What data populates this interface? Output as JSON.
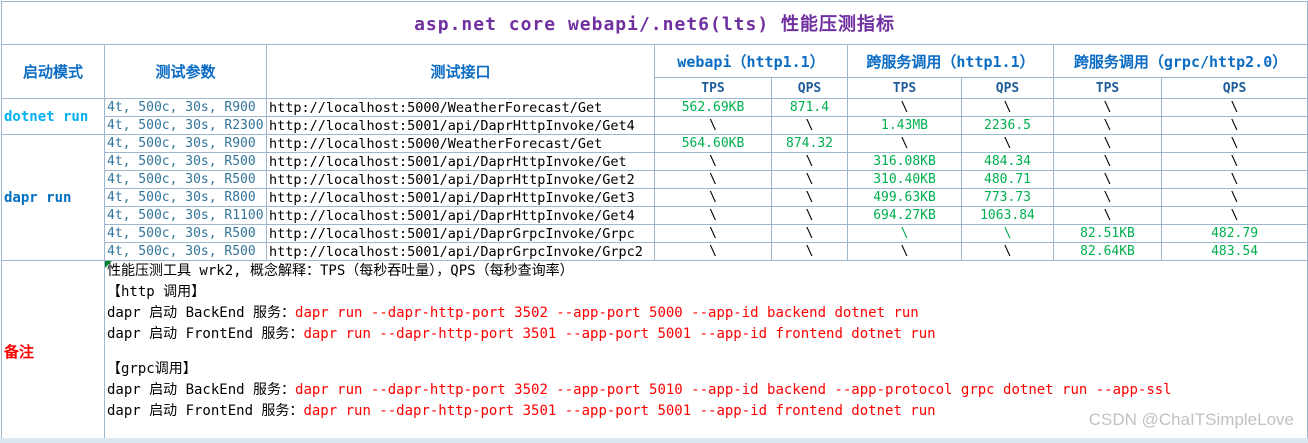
{
  "title": "asp.net core webapi/.net6(lts) 性能压测指标",
  "header": {
    "launch_mode": "启动模式",
    "test_params": "测试参数",
    "test_api": "测试接口",
    "groups": [
      {
        "label": "webapi（http1.1）"
      },
      {
        "label": "跨服务调用（http1.1）"
      },
      {
        "label": "跨服务调用（grpc/http2.0）"
      }
    ],
    "tps": "TPS",
    "qps": "QPS"
  },
  "modes": {
    "dotnet": "dotnet run",
    "dapr": "dapr run"
  },
  "rows": [
    {
      "params": "4t, 500c, 30s, R900",
      "url": "http://localhost:5000/WeatherForecast/Get",
      "cells": [
        {
          "t": "562.69KB",
          "tone": "g"
        },
        {
          "t": "871.4",
          "tone": "g"
        },
        {
          "t": "\\",
          "tone": "k"
        },
        {
          "t": "\\",
          "tone": "k"
        },
        {
          "t": "\\",
          "tone": "k"
        },
        {
          "t": "\\",
          "tone": "k"
        }
      ]
    },
    {
      "params": "4t, 500c, 30s, R2300",
      "url": "http://localhost:5001/api/DaprHttpInvoke/Get4",
      "cells": [
        {
          "t": "\\",
          "tone": "k"
        },
        {
          "t": "\\",
          "tone": "k"
        },
        {
          "t": "1.43MB",
          "tone": "g"
        },
        {
          "t": "2236.5",
          "tone": "g"
        },
        {
          "t": "\\",
          "tone": "k"
        },
        {
          "t": "\\",
          "tone": "k"
        }
      ]
    },
    {
      "params": "4t, 500c, 30s, R900",
      "url": "http://localhost:5000/WeatherForecast/Get",
      "cells": [
        {
          "t": "564.60KB",
          "tone": "g"
        },
        {
          "t": "874.32",
          "tone": "g"
        },
        {
          "t": "\\",
          "tone": "k"
        },
        {
          "t": "\\",
          "tone": "k"
        },
        {
          "t": "\\",
          "tone": "k"
        },
        {
          "t": "\\",
          "tone": "k"
        }
      ]
    },
    {
      "params": "4t, 500c, 30s, R500",
      "url": "http://localhost:5001/api/DaprHttpInvoke/Get",
      "cells": [
        {
          "t": "\\",
          "tone": "k"
        },
        {
          "t": "\\",
          "tone": "k"
        },
        {
          "t": "316.08KB",
          "tone": "g"
        },
        {
          "t": "484.34",
          "tone": "g"
        },
        {
          "t": "\\",
          "tone": "k"
        },
        {
          "t": "\\",
          "tone": "k"
        }
      ]
    },
    {
      "params": "4t, 500c, 30s, R500",
      "url": "http://localhost:5001/api/DaprHttpInvoke/Get2",
      "cells": [
        {
          "t": "\\",
          "tone": "k"
        },
        {
          "t": "\\",
          "tone": "k"
        },
        {
          "t": "310.40KB",
          "tone": "g"
        },
        {
          "t": "480.71",
          "tone": "g"
        },
        {
          "t": "\\",
          "tone": "k"
        },
        {
          "t": "\\",
          "tone": "k"
        }
      ]
    },
    {
      "params": "4t, 500c, 30s, R800",
      "url": "http://localhost:5001/api/DaprHttpInvoke/Get3",
      "cells": [
        {
          "t": "\\",
          "tone": "k"
        },
        {
          "t": "\\",
          "tone": "k"
        },
        {
          "t": "499.63KB",
          "tone": "g"
        },
        {
          "t": "773.73",
          "tone": "g"
        },
        {
          "t": "\\",
          "tone": "k"
        },
        {
          "t": "\\",
          "tone": "k"
        }
      ]
    },
    {
      "params": "4t, 500c, 30s, R1100",
      "url": "http://localhost:5001/api/DaprHttpInvoke/Get4",
      "cells": [
        {
          "t": "\\",
          "tone": "k"
        },
        {
          "t": "\\",
          "tone": "k"
        },
        {
          "t": "694.27KB",
          "tone": "g"
        },
        {
          "t": "1063.84",
          "tone": "g"
        },
        {
          "t": "\\",
          "tone": "k"
        },
        {
          "t": "\\",
          "tone": "k"
        }
      ]
    },
    {
      "params": "4t, 500c, 30s, R500",
      "url": "http://localhost:5001/api/DaprGrpcInvoke/Grpc",
      "cells": [
        {
          "t": "\\",
          "tone": "k"
        },
        {
          "t": "\\",
          "tone": "k"
        },
        {
          "t": "\\",
          "tone": "g"
        },
        {
          "t": "\\",
          "tone": "g"
        },
        {
          "t": "82.51KB",
          "tone": "g"
        },
        {
          "t": "482.79",
          "tone": "g"
        }
      ]
    },
    {
      "params": "4t, 500c, 30s, R500",
      "url": "http://localhost:5001/api/DaprGrpcInvoke/Grpc2",
      "cells": [
        {
          "t": "\\",
          "tone": "k"
        },
        {
          "t": "\\",
          "tone": "k"
        },
        {
          "t": "\\",
          "tone": "k"
        },
        {
          "t": "\\",
          "tone": "k"
        },
        {
          "t": "82.64KB",
          "tone": "g"
        },
        {
          "t": "483.54",
          "tone": "g"
        }
      ]
    }
  ],
  "remark": {
    "label": "备注",
    "lines": [
      {
        "pre": "性能压测工具 wrk2, 概念解释：TPS（每秒吞吐量），QPS（每秒查询率）",
        "cmd": ""
      },
      {
        "pre": "【http 调用】",
        "cmd": ""
      },
      {
        "pre": "dapr 启动 BackEnd 服务：",
        "cmd": "dapr run --dapr-http-port 3502 --app-port 5000 --app-id backend dotnet run"
      },
      {
        "pre": "dapr 启动 FrontEnd 服务：",
        "cmd": "dapr run --dapr-http-port 3501 --app-port 5001 --app-id frontend dotnet run"
      },
      {
        "pre": "【grpc调用】",
        "cmd": ""
      },
      {
        "pre": "dapr 启动 BackEnd 服务：",
        "cmd": "dapr run --dapr-http-port 3502 --app-port 5010 --app-id backend --app-protocol grpc dotnet run --app-ssl"
      },
      {
        "pre": "dapr 启动 FrontEnd 服务：",
        "cmd": "dapr run --dapr-http-port 3501 --app-port 5001 --app-id frontend dotnet run"
      }
    ]
  },
  "watermark": "CSDN @ChaITSimpleLove",
  "colors": {
    "title": "#7030a0",
    "header_blue": "#0b6cc4",
    "mode_dotnet_cyan": "#00b0f0",
    "mode_dapr_blue": "#0070c0",
    "params_teal": "#31759b",
    "value_green": "#00b050",
    "remark_red": "#ff0000",
    "grid_border": "#9eb6ce",
    "watermark_gray": "#c2c2c2"
  }
}
